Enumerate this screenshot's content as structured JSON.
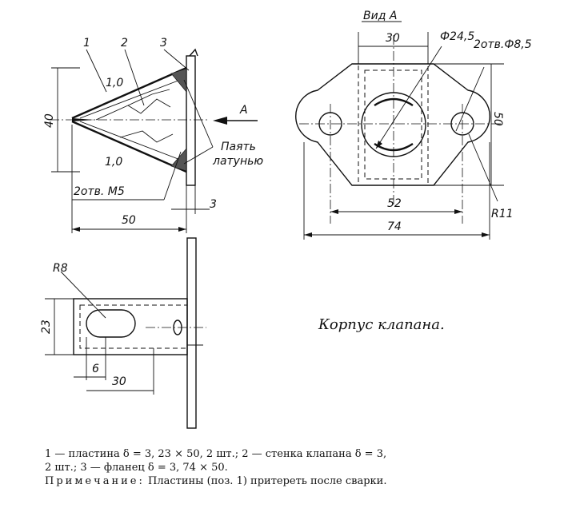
{
  "callouts": {
    "pos1": "1",
    "pos2": "2",
    "pos3": "3"
  },
  "labels": {
    "view_letter": "A",
    "view_title": "Вид А",
    "braze_line1": "Паять",
    "braze_line2": "латунью",
    "holes_m5": "2отв. М5",
    "holes_d85": "2отв.Ф8,5",
    "dia": "Ф24,5",
    "thk_top": "1,0",
    "thk_bottom": "1,0"
  },
  "dimensions": {
    "height_40": "40",
    "length_50": "50",
    "flange_3": "3",
    "view_width_30": "30",
    "view_height_50": "50",
    "holes_52": "52",
    "overall_74": "74",
    "radius_11": "R11",
    "radius_8": "R8",
    "plate_23": "23",
    "slot_6": "6",
    "slot_30": "30"
  },
  "title": "Корпус клапана.",
  "notes": {
    "line1": "1 — пластина δ = 3, 23 × 50, 2 шт.; 2 — стенка клапана δ = 3,",
    "line2": "2 шт.; 3 — фланец δ = 3, 74 × 50.",
    "note_label": "Примечание:",
    "note_text": "Пластины (поз. 1) притереть после сварки."
  }
}
